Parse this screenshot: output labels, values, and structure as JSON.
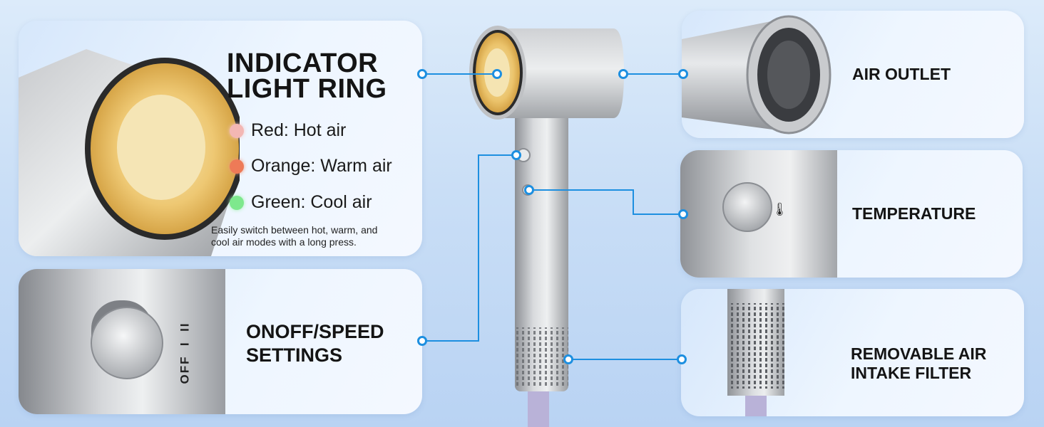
{
  "indicator": {
    "title_line1": "INDICATOR",
    "title_line2": "LIGHT RING",
    "modes": [
      {
        "label": "Red: Hot air",
        "color": "#f3b7b4"
      },
      {
        "label": "Orange: Warm air",
        "color": "#ee7a57"
      },
      {
        "label": "Green: Cool air",
        "color": "#7ee88d"
      }
    ],
    "desc_line1": "Easily switch between hot, warm, and",
    "desc_line2": "cool air modes with a long press."
  },
  "onoff": {
    "title_line1": "ONOFF/SPEED",
    "title_line2": "SETTINGS",
    "switch_labels": "OFF  I  II"
  },
  "outlet": {
    "title": "AIR OUTLET"
  },
  "temperature": {
    "title": "TEMPERATURE"
  },
  "filter": {
    "title_line1": "REMOVABLE AIR",
    "title_line2": "INTAKE FILTER"
  },
  "colors": {
    "accent": "#1d8fe0",
    "gold": "#e0b24a"
  }
}
